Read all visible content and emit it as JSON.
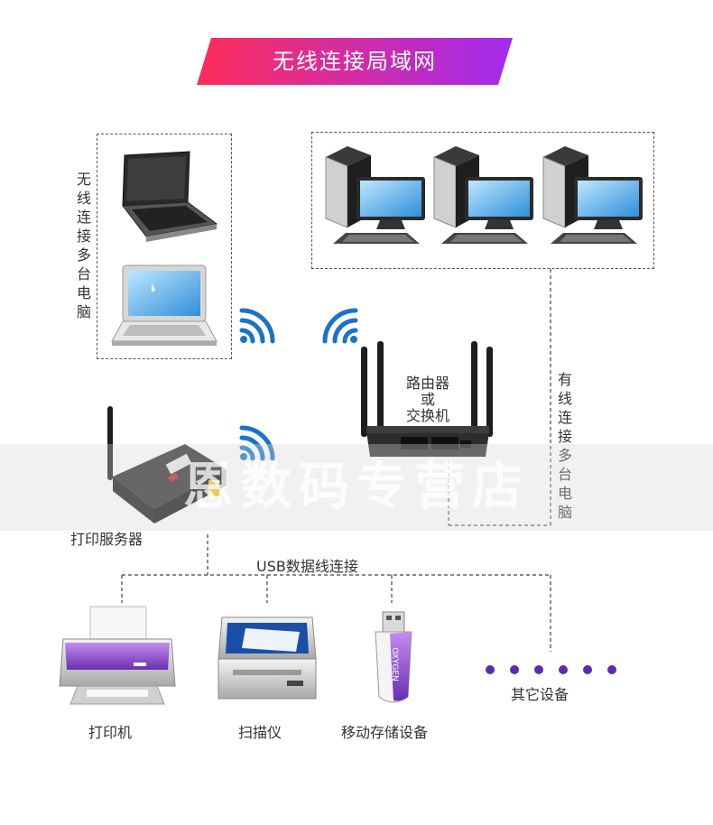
{
  "banner": {
    "title": "无线连接局域网",
    "gradient_start": "#ff2d5a",
    "gradient_end": "#a22cf0"
  },
  "left_group": {
    "label": "无线连接多台电脑"
  },
  "right_group": {
    "label": "有线连接多台电脑"
  },
  "router": {
    "label_line1": "路由器",
    "label_line2": "或",
    "label_line3": "交换机"
  },
  "print_server": {
    "label": "打印服务器"
  },
  "usb_connection": {
    "label": "USB数据线连接"
  },
  "devices": {
    "printer": "打印机",
    "scanner": "扫描仪",
    "usb_drive": "移动存储设备",
    "others": "其它设备"
  },
  "usb_brand": "OXYGEN",
  "watermark": "恩数码专营店",
  "colors": {
    "wifi": "#1a73c9",
    "accent_purple": "#5b2bb5",
    "line": "#444444"
  }
}
